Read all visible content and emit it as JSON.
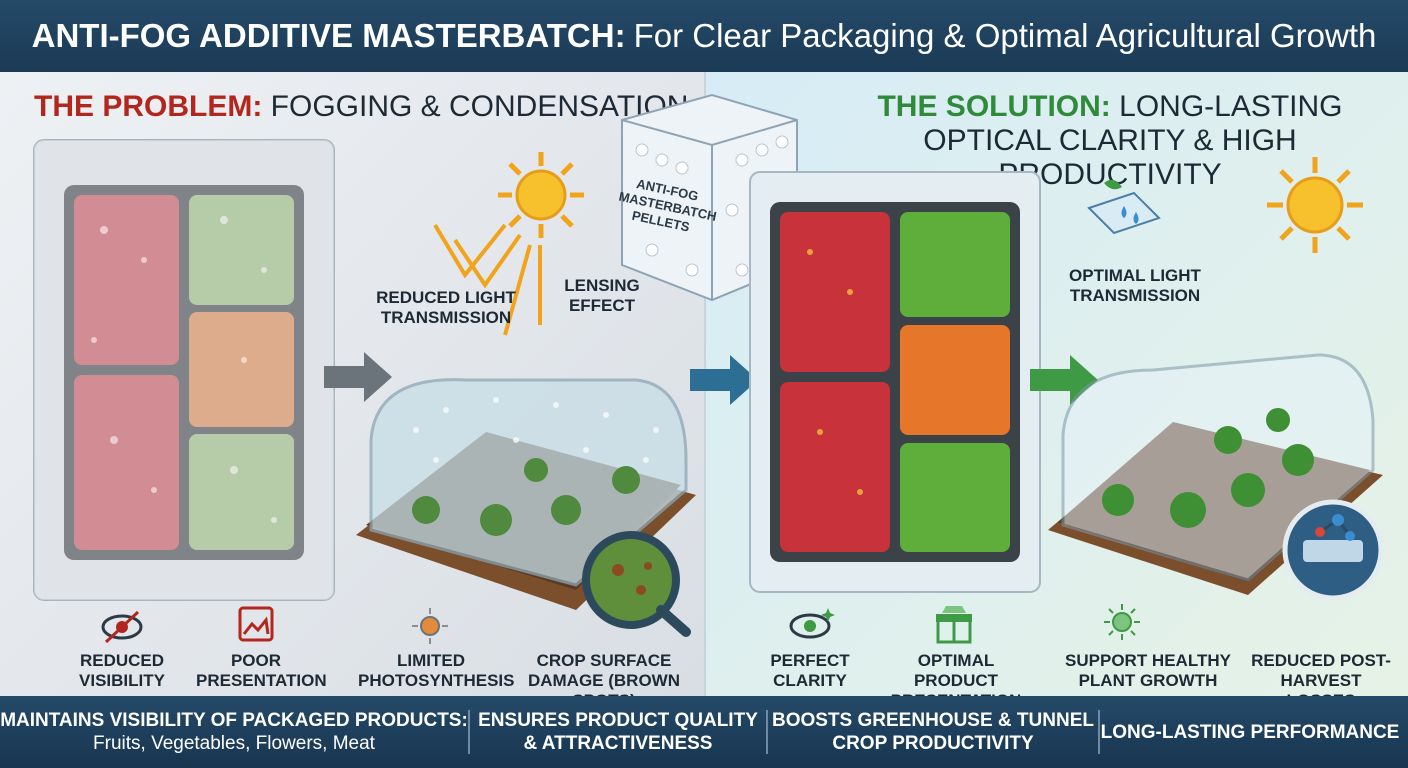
{
  "header": {
    "title_bold": "ANTI-FOG ADDITIVE MASTERBATCH:",
    "title_rest": "For Clear Packaging & Optimal Agricultural Growth"
  },
  "problem": {
    "tag": "THE PROBLEM:",
    "title": "FOGGING & CONDENSATION",
    "callout_light": "REDUCED LIGHT TRANSMISSION",
    "callout_lens": "LENSING EFFECT",
    "icons": [
      {
        "icon": "eye-slash-icon",
        "label": "REDUCED VISIBILITY"
      },
      {
        "icon": "broken-image-icon",
        "label": "POOR PRESENTATION"
      },
      {
        "icon": "dim-sun-icon",
        "label": "LIMITED PHOTOSYNTHESIS"
      },
      {
        "icon": "magnifier-leaf-icon",
        "label": "CROP SURFACE DAMAGE (BROWN SPOTS)"
      }
    ]
  },
  "pellets": {
    "label": "ANTI-FOG MASTERBATCH PELLETS"
  },
  "solution": {
    "tag": "THE SOLUTION:",
    "title": "LONG-LASTING OPTICAL CLARITY & HIGH PRODUCTIVITY",
    "callout_light": "OPTIMAL LIGHT TRANSMISSION",
    "icons": [
      {
        "icon": "eye-sparkle-icon",
        "label": "PERFECT CLARITY"
      },
      {
        "icon": "gift-box-icon",
        "label": "OPTIMAL PRODUCT PRESENTATION"
      },
      {
        "icon": "sun-icon",
        "label": "SUPPORT HEALTHY PLANT GROWTH"
      },
      {
        "icon": "molecule-film-icon",
        "label": "REDUCED POST-HARVEST LOSSES"
      }
    ]
  },
  "footer": [
    {
      "line1": "MAINTAINS VISIBILITY OF PACKAGED PRODUCTS:",
      "line2": "Fruits, Vegetables, Flowers, Meat"
    },
    {
      "line1": "ENSURES PRODUCT QUALITY",
      "line2": "& ATTRACTIVENESS"
    },
    {
      "line1": "BOOSTS GREENHOUSE & TUNNEL",
      "line2": "CROP PRODUCTIVITY"
    },
    {
      "line1": "LONG-LASTING PERFORMANCE",
      "line2": ""
    }
  ],
  "colors": {
    "header_bg": "#1f4361",
    "problem_red": "#b3261e",
    "solution_green": "#2f8a3a",
    "arrow_blue": "#2d6e95"
  }
}
